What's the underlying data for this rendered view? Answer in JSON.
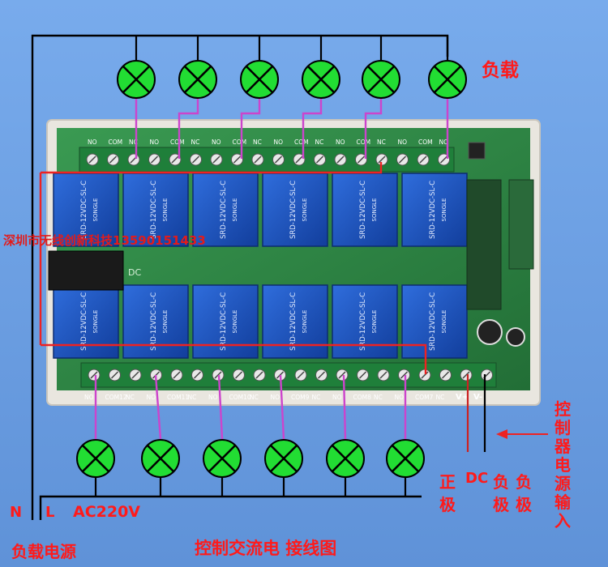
{
  "labels": {
    "load_top": "负载",
    "neutral": "N",
    "live": "L",
    "mains": "AC220V",
    "load_power": "负载电源",
    "title": "控制交流电 接线图",
    "dc": "DC",
    "positive_1": "正",
    "positive_2": "极",
    "negative_1": "负",
    "negative_2": "极",
    "negative_3": "负",
    "negative_4": "极",
    "control_input": [
      "控",
      "制",
      "器",
      "电",
      "源",
      "输",
      "入"
    ],
    "watermark": "深圳市无线创新科技13590151433"
  },
  "board": {
    "top_terminals": [
      "NO",
      "COM",
      "NC",
      "NO",
      "COM",
      "NC",
      "NO",
      "COM",
      "NC",
      "NO",
      "COM",
      "NC",
      "NO",
      "COM",
      "NC",
      "NO",
      "COM",
      "NC"
    ],
    "bottom_labels": [
      "NO",
      "COM12",
      "NC",
      "NO",
      "COM11",
      "NC",
      "NO",
      "COM10",
      "NC",
      "NO",
      "COM9",
      "NC",
      "NO",
      "COM8",
      "NC",
      "NO",
      "COM7",
      "NC"
    ],
    "power_terminals": [
      "V+",
      "V-"
    ],
    "dc_jack_label": "DC",
    "relay_text_1": "SRD-12VDC-SL-C",
    "relay_text_2": "SONGLE",
    "relay_count_per_row": 6
  },
  "colors": {
    "background": "#6fa3e6",
    "lamp": "#22dd33",
    "wire_load": "#cc44cc",
    "wire_red": "#ee2222",
    "relay": "#1d56c4",
    "pcb": "#2f8c45"
  },
  "icons": {
    "lamp": "lamp-cross-icon",
    "arrow": "left-arrow-icon"
  }
}
